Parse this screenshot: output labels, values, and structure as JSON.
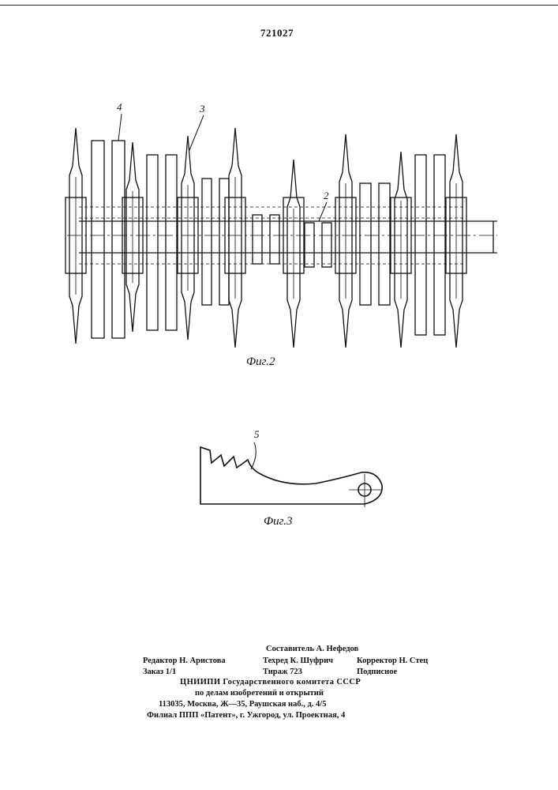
{
  "header": {
    "patent_number": "721027"
  },
  "figure2": {
    "caption": "Фиг.2",
    "labels": {
      "l4": "4",
      "l3": "3",
      "l2": "2"
    }
  },
  "figure3": {
    "caption": "Фиг.3",
    "labels": {
      "l5": "5"
    }
  },
  "imprint": {
    "compiler": "Составитель А. Нефедов",
    "editor": "Редактор Н. Аристова",
    "techred": "Техред К. Шуфрич",
    "corrector": "Корректор Н. Стец",
    "order": "Заказ 1/1",
    "circulation": "Тираж 723",
    "subscription": "Подписное",
    "org": "ЦНИИПИ Государственного комитета СССР",
    "org2": "по делам изобретений и открытий",
    "address": "113035, Москва, Ж—35, Раушская наб., д. 4/5",
    "branch": "Филиал ППП «Патент», г. Ужгород, ул. Проектная, 4"
  }
}
